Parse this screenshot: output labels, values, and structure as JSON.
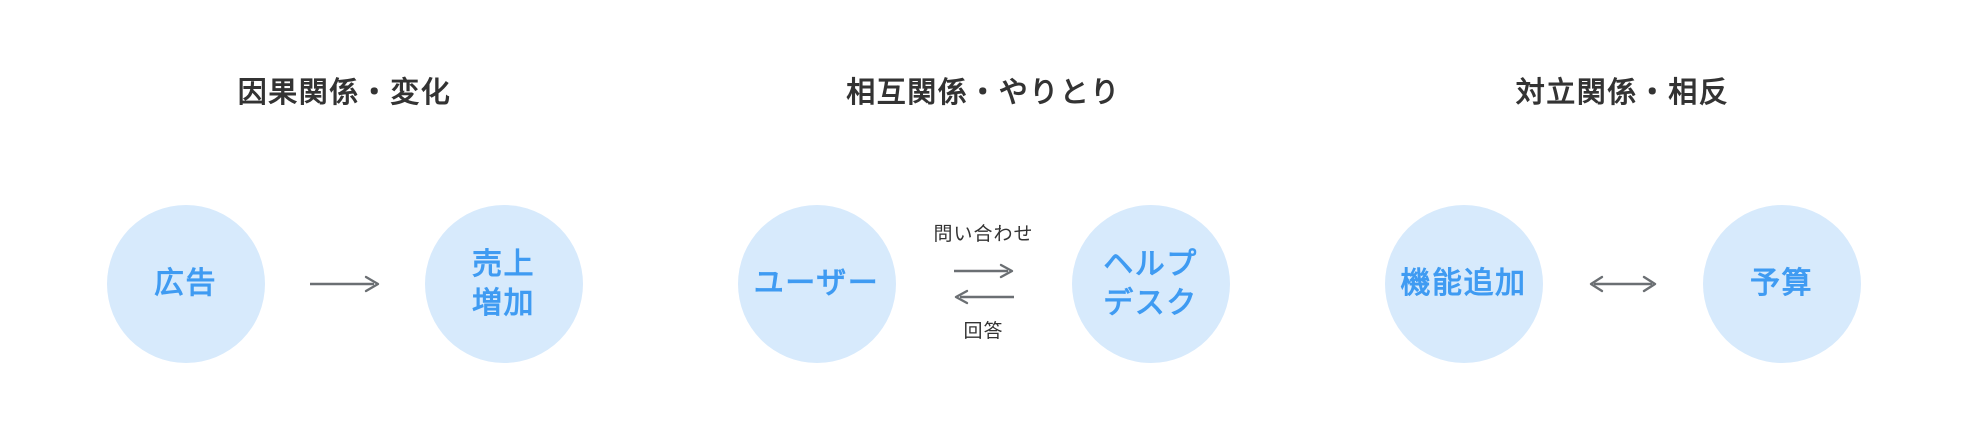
{
  "colors": {
    "background": "#ffffff",
    "circle_fill": "#d7eafc",
    "circle_text": "#3f9bf2",
    "title_text": "#333333",
    "arrow": "#6b6f73",
    "small_label_text": "#333333"
  },
  "sections": [
    {
      "id": "causal",
      "title": "因果関係・変化",
      "left_node": "広告",
      "right_node": "売上\n増加",
      "arrow_type": "right"
    },
    {
      "id": "mutual",
      "title": "相互関係・やりとり",
      "left_node": "ユーザー",
      "right_node": "ヘルプ\nデスク",
      "arrow_type": "exchange",
      "top_label": "問い合わせ",
      "bottom_label": "回答"
    },
    {
      "id": "opposing",
      "title": "対立関係・相反",
      "left_node": "機能追加",
      "right_node": "予算",
      "arrow_type": "bidirectional"
    }
  ]
}
